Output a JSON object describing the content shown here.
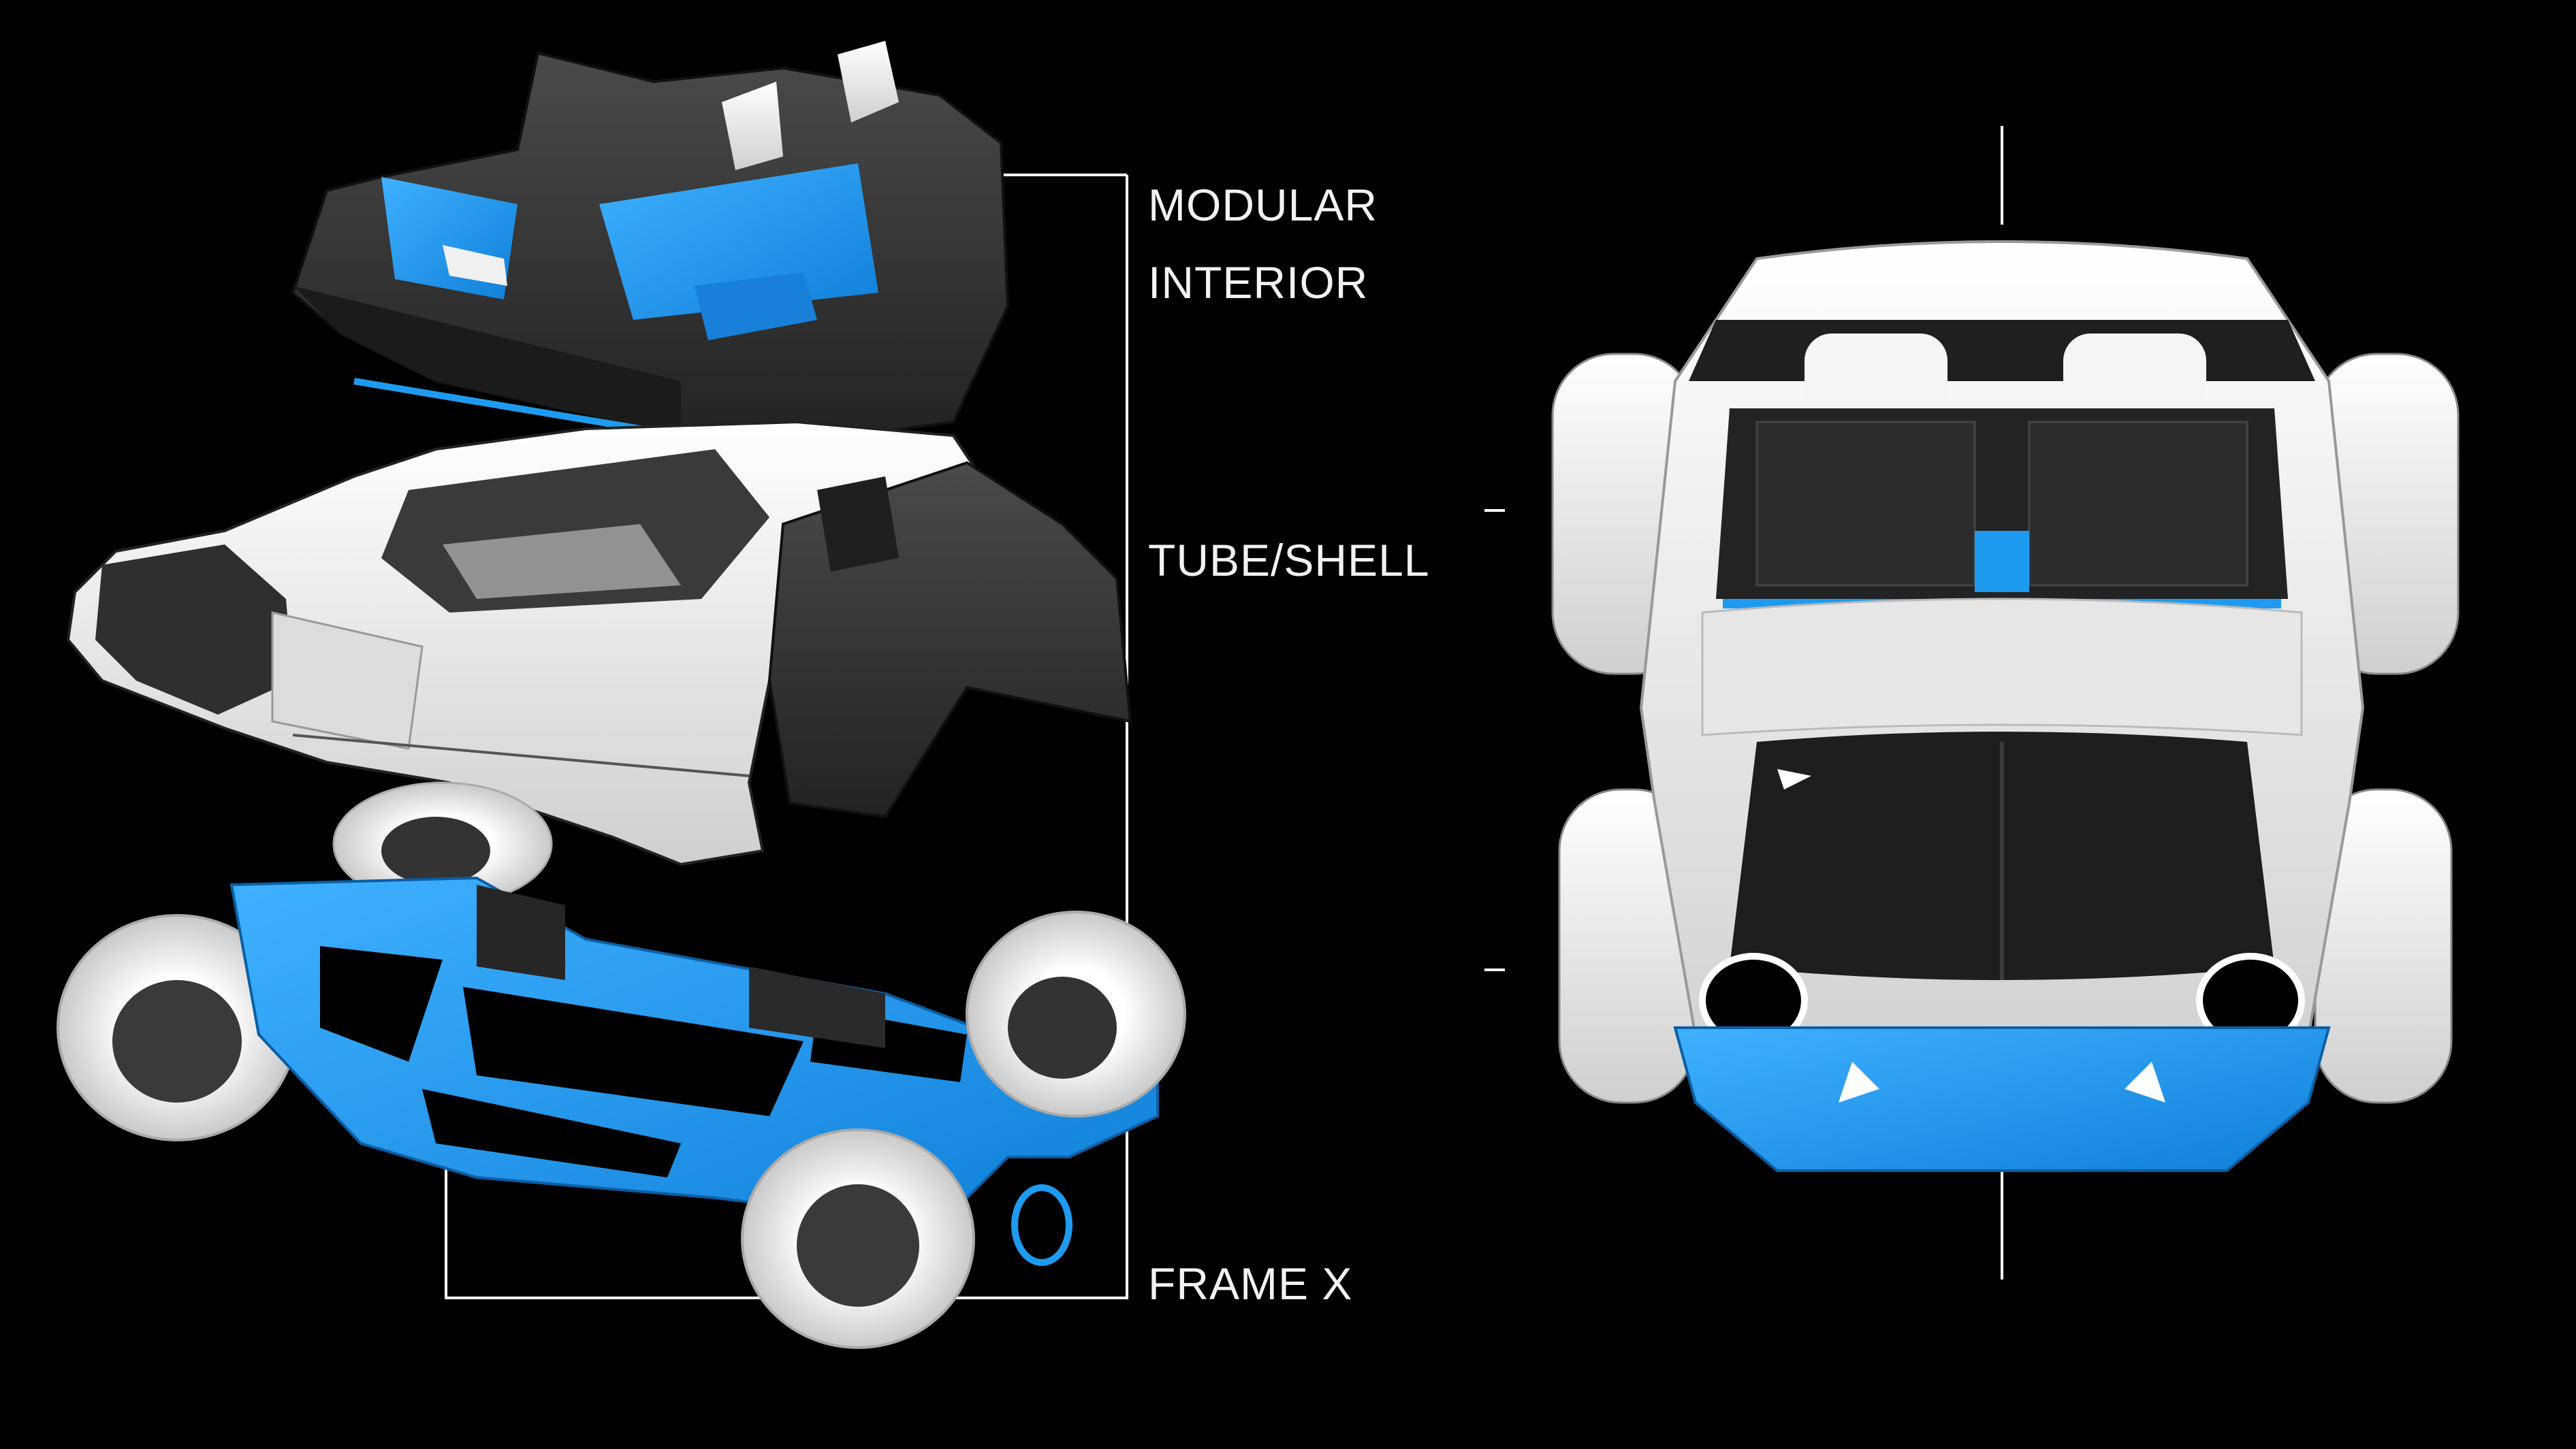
{
  "labels": {
    "modular": "MODULAR",
    "interior": "INTERIOR",
    "tube_shell": "TUBE/SHELL",
    "frame": "FRAME X"
  },
  "colors": {
    "background": "#000000",
    "accent_blue": "#1E9BF0",
    "body_white": "#F2F2F2",
    "panel_dark": "#2E2E2E",
    "line": "#FFFFFF"
  },
  "components": {
    "interior": "modular-interior-module",
    "shell": "tube-shell-body",
    "frame": "frame-x-chassis",
    "top_view": "assembled-vehicle-top-view"
  }
}
